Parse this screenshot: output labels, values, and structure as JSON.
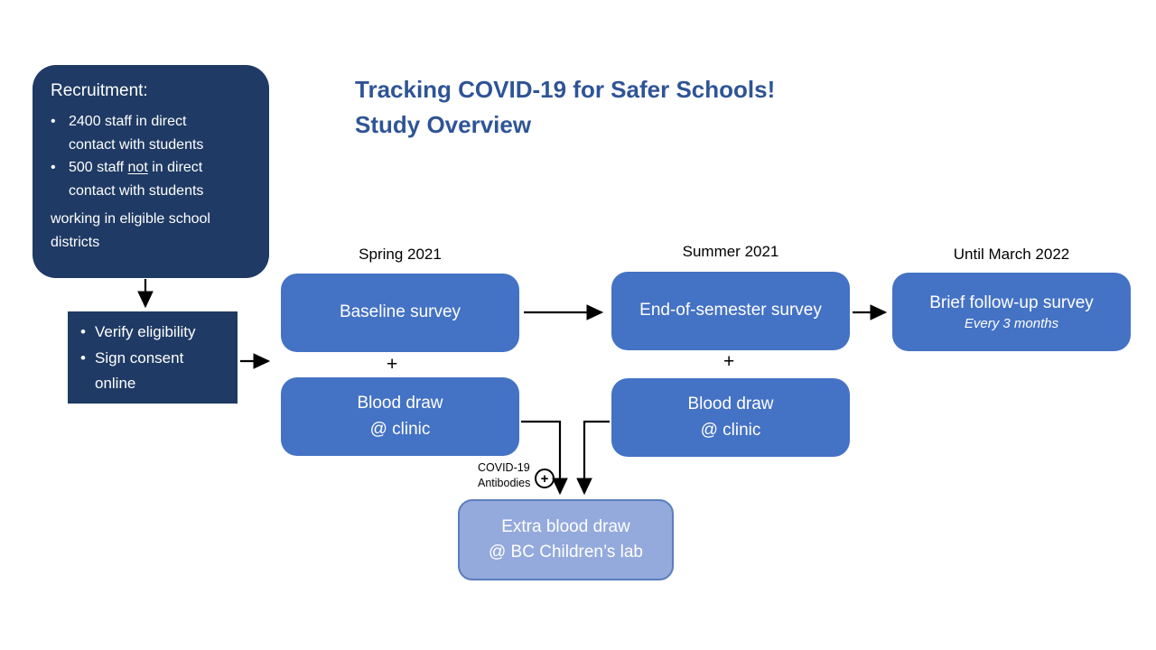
{
  "colors": {
    "navy": "#1f3a64",
    "primary_blue": "#4472c4",
    "light_blue_fill": "#94a9dc",
    "light_blue_border": "#5b7ebe",
    "title_blue": "#2f5496",
    "arrow_black": "#000000"
  },
  "title": {
    "line1": "Tracking COVID-19 for Safer Schools!",
    "line2": "Study Overview"
  },
  "recruitment": {
    "heading": "Recruitment:",
    "bullet_char": "•",
    "item1": "2400 staff in direct contact with students",
    "item2_pre": "500 staff ",
    "item2_underlined": "not",
    "item2_post": " in direct contact with students",
    "footer": "working in eligible school districts"
  },
  "enrollment": {
    "bullet_char": "•",
    "item1": "Verify eligibility",
    "item2": "Sign consent online"
  },
  "timeline": {
    "spring": "Spring 2021",
    "summer": "Summer 2021",
    "until": "Until March 2022"
  },
  "boxes": {
    "baseline": {
      "label": "Baseline survey"
    },
    "blood_left": {
      "line1": "Blood draw",
      "line2": "@ clinic"
    },
    "end_semester": {
      "label": "End-of-semester survey"
    },
    "blood_right": {
      "line1": "Blood draw",
      "line2": "@ clinic"
    },
    "followup": {
      "line1": "Brief follow-up survey",
      "line2": "Every 3 months"
    },
    "extra": {
      "line1": "Extra blood draw",
      "line2": "@ BC Children’s lab"
    }
  },
  "connectors": {
    "plus_left": "+",
    "plus_right": "+"
  },
  "antibodies": {
    "line1": "COVID-19",
    "line2": "Antibodies",
    "icon_symbol": "+"
  }
}
